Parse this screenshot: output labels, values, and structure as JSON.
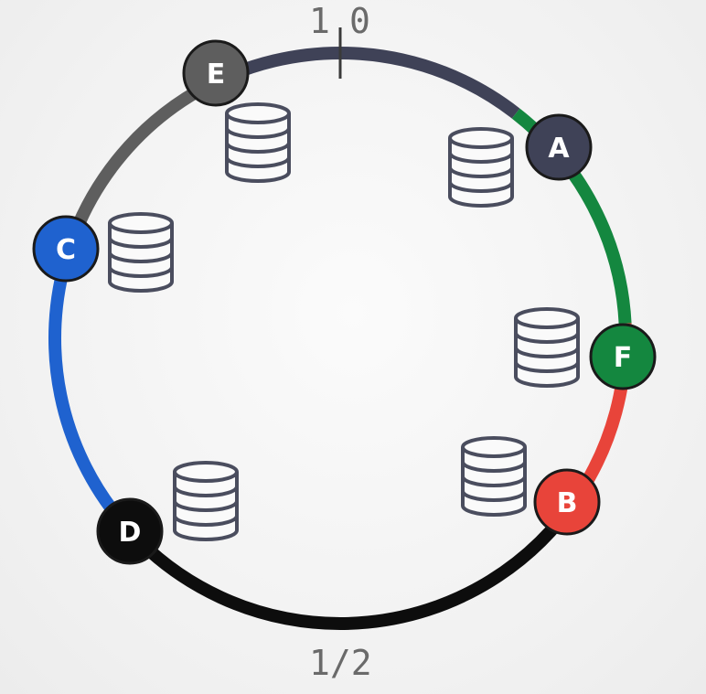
{
  "labels": {
    "top": "1",
    "top_right": "0",
    "bottom": "1/2"
  },
  "nodes": [
    {
      "id": "A",
      "label": "A",
      "color": "#3f4257"
    },
    {
      "id": "F",
      "label": "F",
      "color": "#14873f"
    },
    {
      "id": "B",
      "label": "B",
      "color": "#e8443a"
    },
    {
      "id": "D",
      "label": "D",
      "color": "#0d0d0d"
    },
    {
      "id": "C",
      "label": "C",
      "color": "#1f62cf"
    },
    {
      "id": "E",
      "label": "E",
      "color": "#5e5e5e"
    }
  ],
  "arcs": [
    {
      "from": "E",
      "to": "A",
      "color": "#3f4257"
    },
    {
      "from": "A",
      "to": "F",
      "color": "#14873f"
    },
    {
      "from": "F",
      "to": "B",
      "color": "#e8443a"
    },
    {
      "from": "B",
      "to": "D",
      "color": "#0d0d0d"
    },
    {
      "from": "D",
      "to": "C",
      "color": "#1f62cf"
    },
    {
      "from": "C",
      "to": "E",
      "color": "#5e5e5e"
    }
  ],
  "databases": [
    {
      "name": "database-icon"
    },
    {
      "name": "database-icon"
    },
    {
      "name": "database-icon"
    },
    {
      "name": "database-icon"
    },
    {
      "name": "database-icon"
    },
    {
      "name": "database-icon"
    }
  ]
}
